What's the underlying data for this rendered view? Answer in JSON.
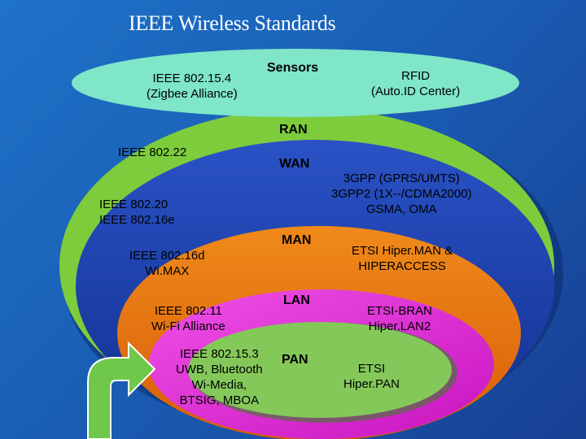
{
  "slide": {
    "title": "IEEE Wireless Standards"
  },
  "sensors": {
    "heading": "Sensors",
    "left": [
      "IEEE 802.15.4",
      "(Zigbee Alliance)"
    ],
    "right": [
      "RFID",
      "(Auto.ID Center)"
    ]
  },
  "ran": {
    "heading": "RAN",
    "left": [
      "IEEE 802.22"
    ]
  },
  "wan": {
    "heading": "WAN",
    "left": [
      "IEEE 802.20",
      "IEEE 802.16e"
    ],
    "right": [
      "3GPP (GPRS/UMTS)",
      "3GPP2 (1X--/CDMA2000)",
      "GSMA, OMA"
    ]
  },
  "man": {
    "heading": "MAN",
    "left": [
      "IEEE 802.16d",
      "Wi.MAX"
    ],
    "right": [
      "ETSI Hiper.MAN &",
      "HIPERACCESS"
    ]
  },
  "lan": {
    "heading": "LAN",
    "left": [
      "IEEE 802.11",
      "Wi-Fi Alliance"
    ],
    "right": [
      "ETSI-BRAN",
      "Hiper.LAN2"
    ]
  },
  "pan": {
    "heading": "PAN",
    "left": [
      "IEEE 802.15.3",
      "UWB, Bluetooth",
      "Wi-Media,",
      "BTSIG, MBOA"
    ],
    "right": [
      "ETSI",
      "Hiper.PAN"
    ]
  },
  "colors": {
    "sensors_fill": "#7fe6c8",
    "ran_fill": "#7dcc3c",
    "wan_fill": "#1c3fb0",
    "man_fill": "#e8720c",
    "lan_fill": "#e626d8",
    "pan_fill": "#84c85a",
    "arrow_fill": "#6fc84a"
  }
}
